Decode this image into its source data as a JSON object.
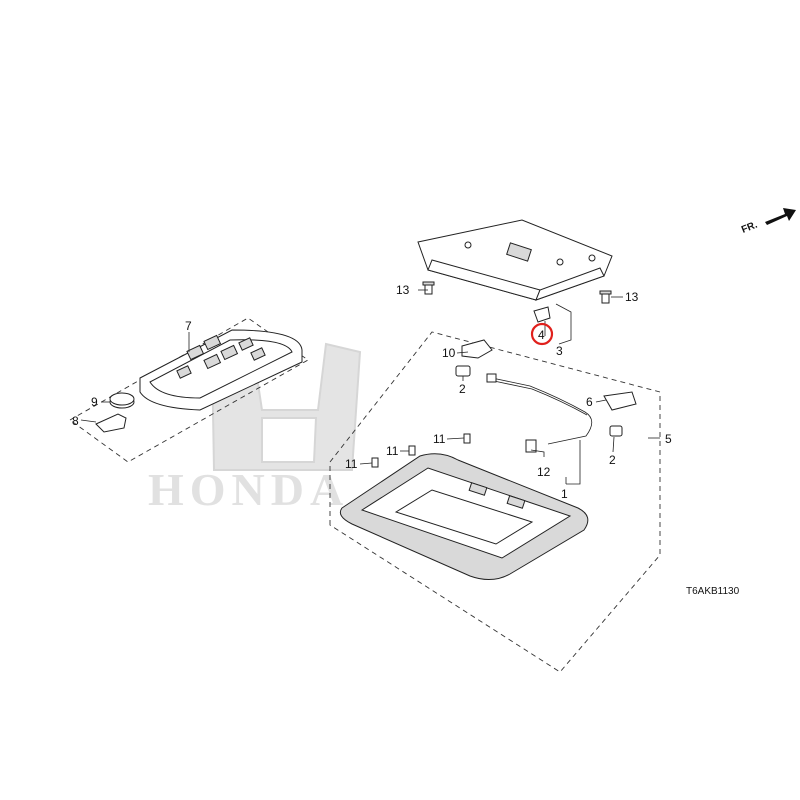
{
  "watermark": {
    "text": "HONDA",
    "color": "#c9c9c9"
  },
  "diagram_code": "T6AKB1130",
  "direction_marker": {
    "text": "FR.",
    "icon": "arrow-right-icon"
  },
  "callouts": {
    "c1": "1",
    "c2a": "2",
    "c2b": "2",
    "c3": "3",
    "c4": "4",
    "c5": "5",
    "c6": "6",
    "c7": "7",
    "c8": "8",
    "c9": "9",
    "c10": "10",
    "c11a": "11",
    "c11b": "11",
    "c11c": "11",
    "c12": "12",
    "c13a": "13",
    "c13b": "13"
  },
  "highlight": {
    "callout": "4",
    "color": "#e0201c"
  }
}
